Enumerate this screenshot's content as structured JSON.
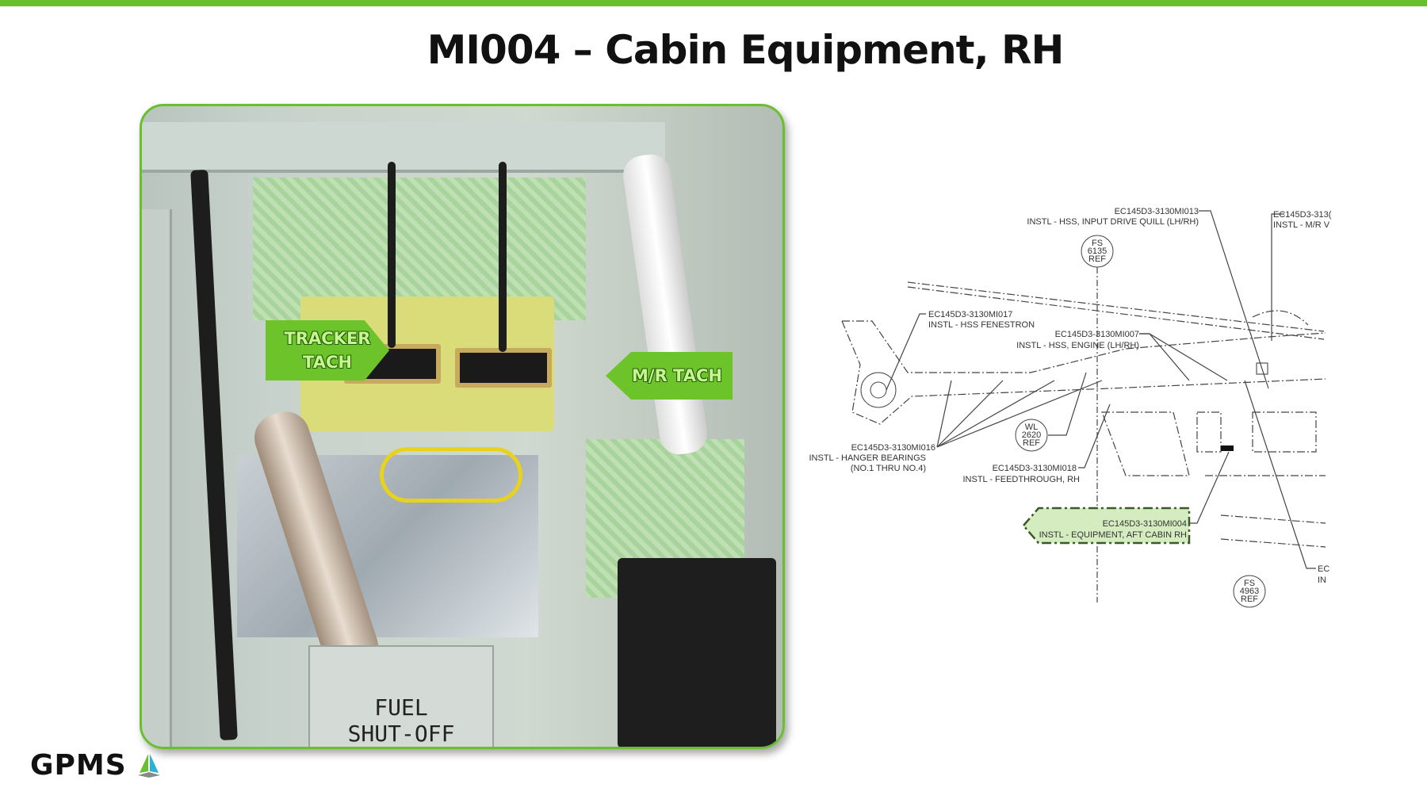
{
  "slide": {
    "title": "MI004 – Cabin Equipment, RH",
    "accent_color": "#6abf2e"
  },
  "photo": {
    "callouts": [
      {
        "line1": "TRACKER",
        "line2": "TACH"
      },
      {
        "line1": "M/R TACH"
      }
    ],
    "placard": {
      "line1": "FUEL",
      "line2": "SHUT-OFF"
    }
  },
  "diagram": {
    "labels": {
      "mi013": {
        "code": "EC145D3-3130MI013",
        "desc": "INSTL - HSS, INPUT DRIVE QUILL (LH/RH)"
      },
      "mr_cut": {
        "code": "EC145D3-313(",
        "desc": "INSTL - M/R V"
      },
      "mi017": {
        "code": "EC145D3-3130MI017",
        "desc": "INSTL - HSS FENESTRON"
      },
      "mi007": {
        "code": "EC145D3-3130MI007",
        "desc": "INSTL - HSS, ENGINE (LH/RH)"
      },
      "mi016": {
        "code": "EC145D3-3130MI016",
        "desc": "INSTL - HANGER BEARINGS",
        "desc2": "(NO.1 THRU NO.4)"
      },
      "mi018": {
        "code": "EC145D3-3130MI018",
        "desc": "INSTL - FEEDTHROUGH, RH"
      },
      "mi004": {
        "code": "EC145D3-3130MI004",
        "desc": "INSTL - EQUIPMENT, AFT CABIN RH"
      },
      "br_cut": {
        "code": "EC",
        "desc": "IN"
      }
    },
    "refs": {
      "fs6135": [
        "FS",
        "6135",
        "REF"
      ],
      "wl2620": [
        "WL",
        "2620",
        "REF"
      ],
      "fs4963": [
        "FS",
        "4963",
        "REF"
      ]
    },
    "highlight_color": "#d5ecc0"
  },
  "footer": {
    "logo_text": "GPMS"
  }
}
